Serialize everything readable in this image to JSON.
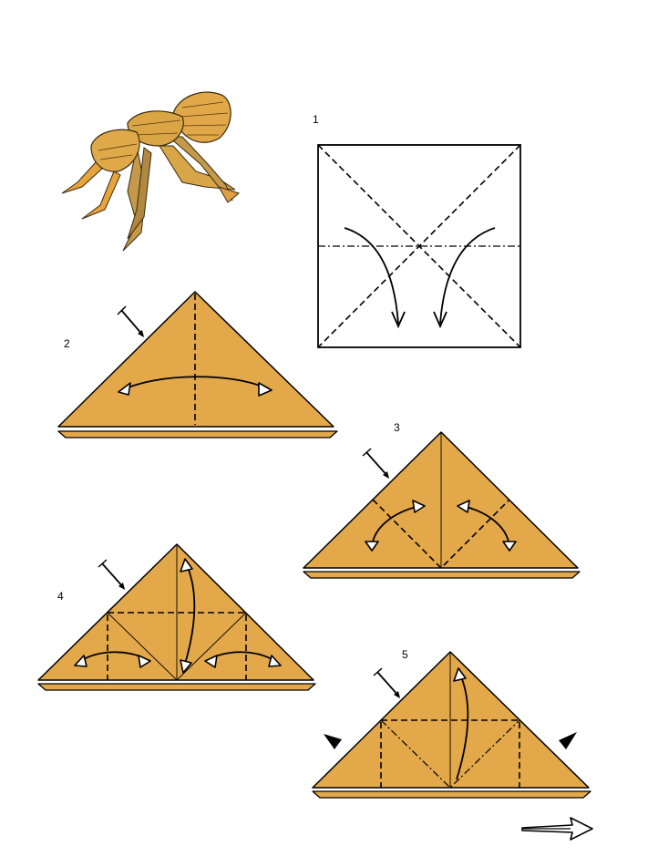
{
  "steps": [
    {
      "id": "step-1",
      "number": "1"
    },
    {
      "id": "step-2",
      "number": "2"
    },
    {
      "id": "step-3",
      "number": "3"
    },
    {
      "id": "step-4",
      "number": "4"
    },
    {
      "id": "step-5",
      "number": "5"
    }
  ],
  "colors": {
    "paper": "#e2a84a",
    "line": "#000000",
    "background": "#ffffff"
  }
}
